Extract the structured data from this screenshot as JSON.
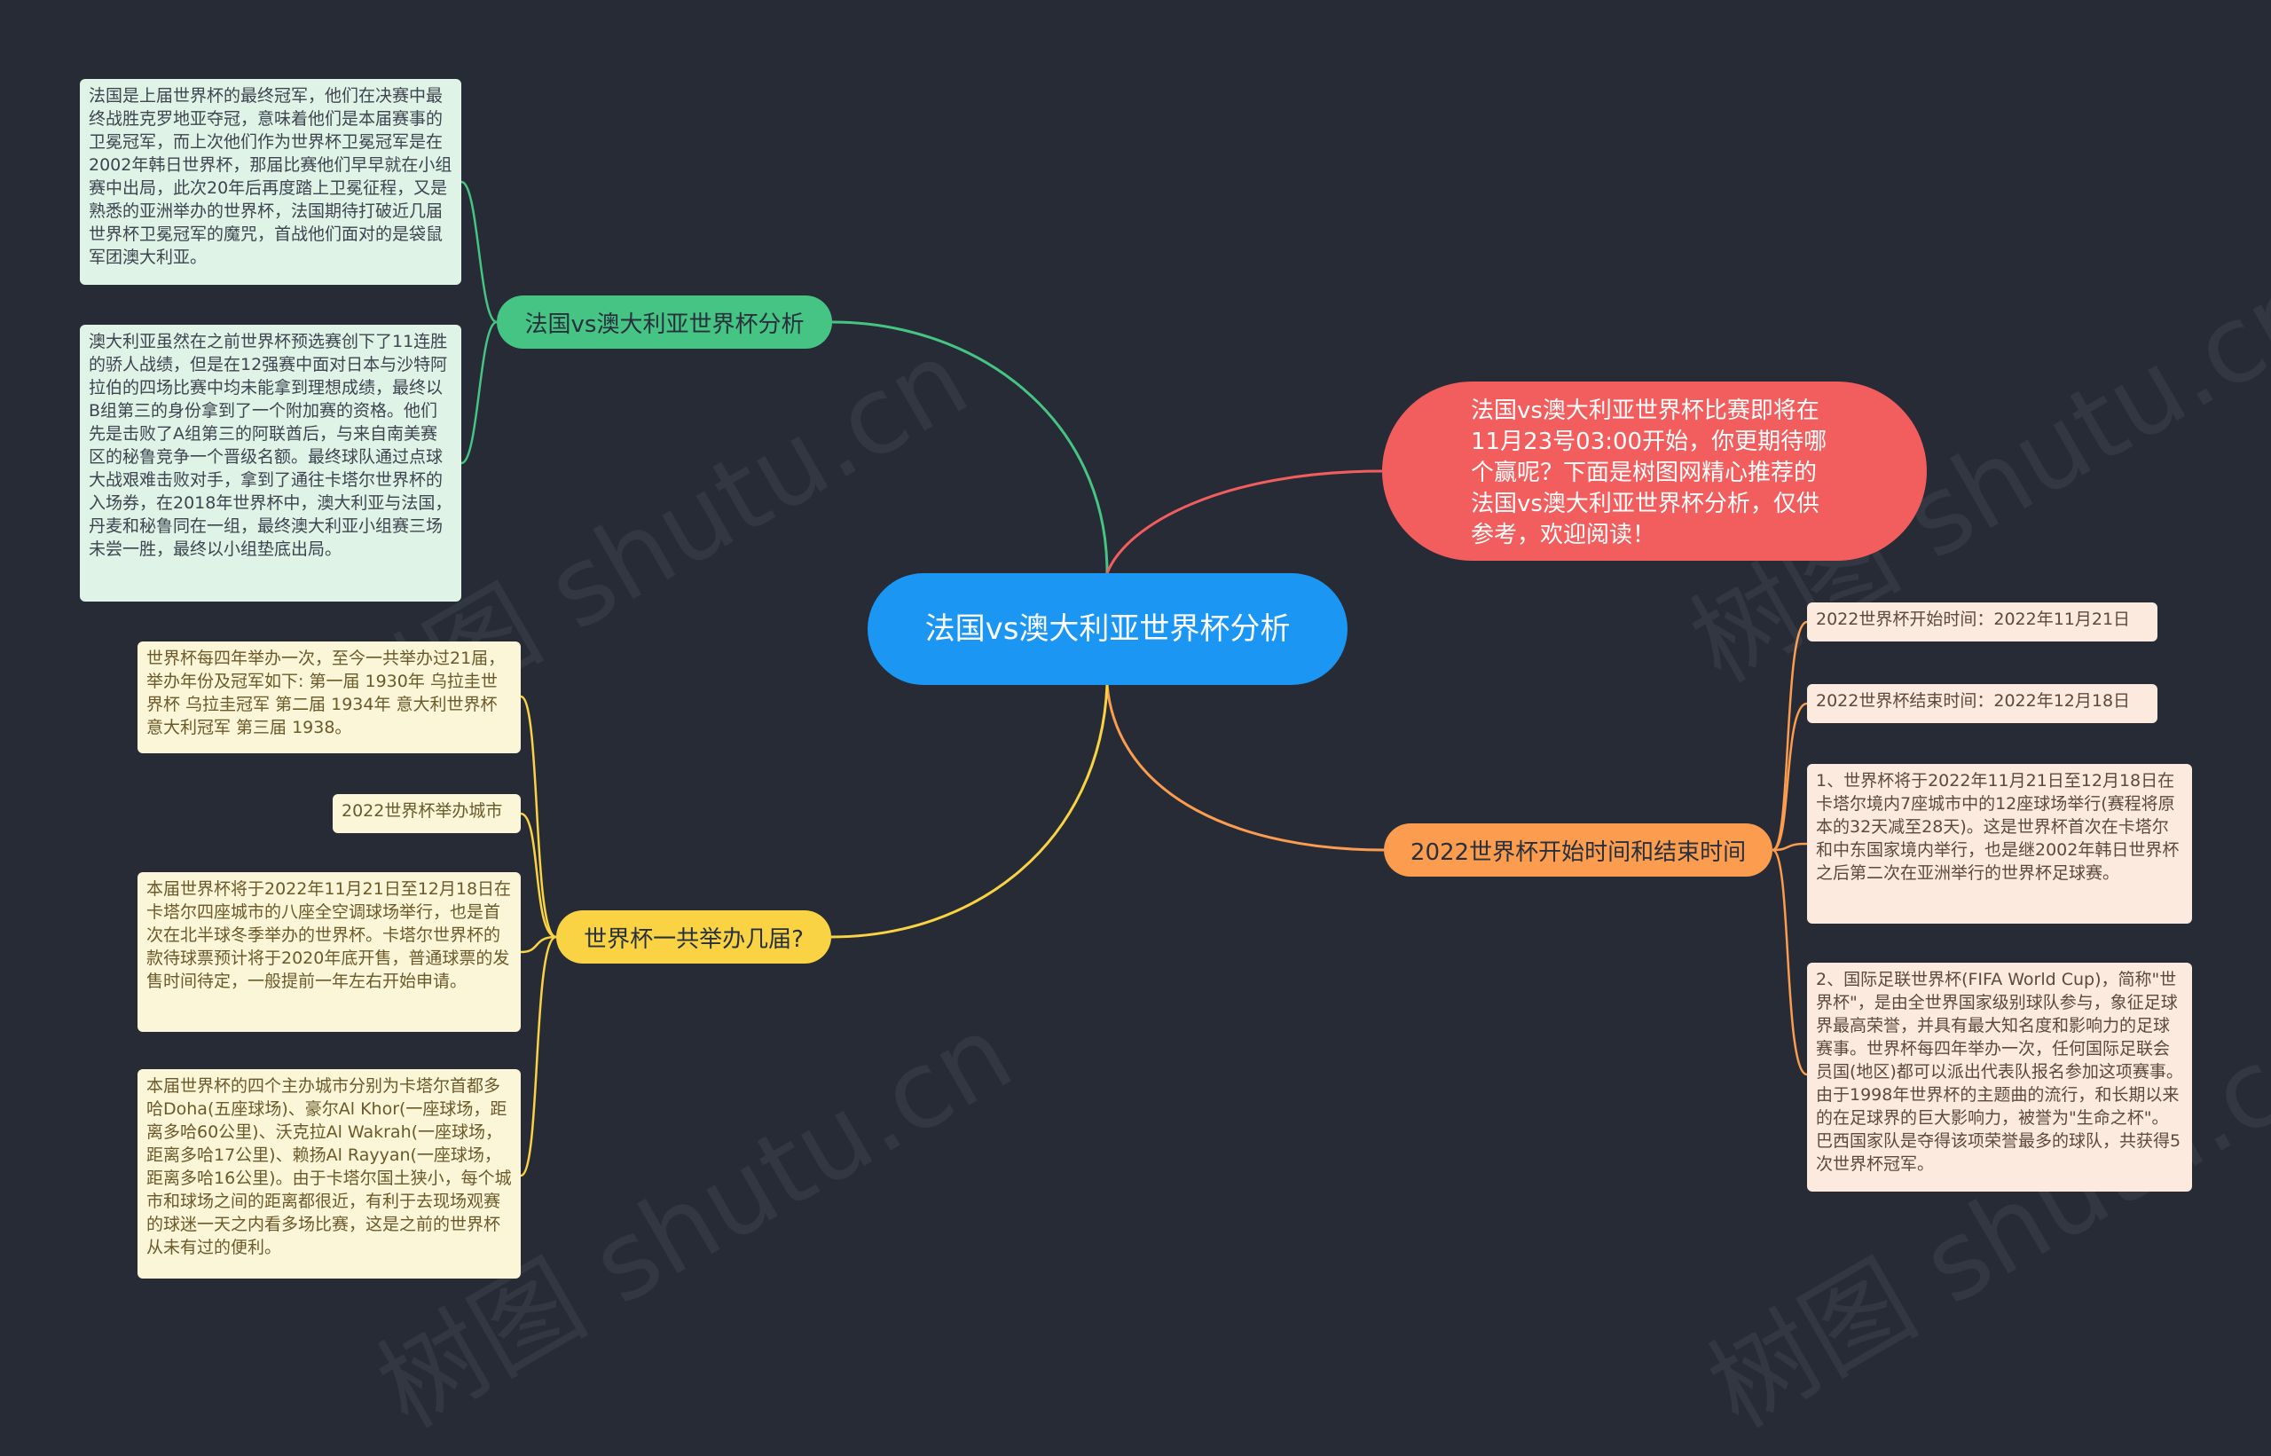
{
  "center": {
    "label": "法国vs澳大利亚世界杯分析"
  },
  "intro": {
    "text": "法国vs澳大利亚世界杯比赛即将在11月23号03:00开始，你更期待哪个赢呢？下面是树图网精心推荐的法国vs澳大利亚世界杯分析，仅供参考，欢迎阅读！"
  },
  "branches": {
    "analysis": {
      "label": "法国vs澳大利亚世界杯分析",
      "leaves": [
        "法国是上届世界杯的最终冠军，他们在决赛中最终战胜克罗地亚夺冠，意味着他们是本届赛事的卫冕冠军，而上次他们作为世界杯卫冕冠军是在2002年韩日世界杯，那届比赛他们早早就在小组赛中出局，此次20年后再度踏上卫冕征程，又是熟悉的亚洲举办的世界杯，法国期待打破近几届世界杯卫冕冠军的魔咒，首战他们面对的是袋鼠军团澳大利亚。",
        "澳大利亚虽然在之前世界杯预选赛创下了11连胜的骄人战绩，但是在12强赛中面对日本与沙特阿拉伯的四场比赛中均未能拿到理想成绩，最终以B组第三的身份拿到了一个附加赛的资格。他们先是击败了A组第三的阿联酋后，与来自南美赛区的秘鲁竞争一个晋级名额。最终球队通过点球大战艰难击败对手，拿到了通往卡塔尔世界杯的入场券，在2018年世界杯中，澳大利亚与法国，丹麦和秘鲁同在一组，最终澳大利亚小组赛三场未尝一胜，最终以小组垫底出局。"
      ]
    },
    "dates": {
      "label": "2022世界杯开始时间和结束时间",
      "leaves": [
        "2022世界杯开始时间：2022年11月21日",
        "2022世界杯结束时间：2022年12月18日",
        "1、世界杯将于2022年11月21日至12月18日在卡塔尔境内7座城市中的12座球场举行(赛程将原本的32天减至28天)。这是世界杯首次在卡塔尔和中东国家境内举行，也是继2002年韩日世界杯之后第二次在亚洲举行的世界杯足球赛。",
        "2、国际足联世界杯(FIFA World Cup)，简称\"世界杯\"，是由全世界国家级别球队参与，象征足球界最高荣誉，并具有最大知名度和影响力的足球赛事。世界杯每四年举办一次，任何国际足联会员国(地区)都可以派出代表队报名参加这项赛事。由于1998年世界杯的主题曲的流行，和长期以来的在足球界的巨大影响力，被誉为\"生命之杯\"。巴西国家队是夺得该项荣誉最多的球队，共获得5次世界杯冠军。"
      ]
    },
    "count": {
      "label": "世界杯一共举办几届?",
      "leaves": [
        "世界杯每四年举办一次，至今一共举办过21届，举办年份及冠军如下: 第一届 1930年 乌拉圭世界杯 乌拉圭冠军 第二届 1934年 意大利世界杯 意大利冠军 第三届 1938。",
        "2022世界杯举办城市",
        "本届世界杯将于2022年11月21日至12月18日在卡塔尔四座城市的八座全空调球场举行，也是首次在北半球冬季举办的世界杯。卡塔尔世界杯的款待球票预计将于2020年底开售，普通球票的发售时间待定，一般提前一年左右开始申请。",
        "本届世界杯的四个主办城市分别为卡塔尔首都多哈Doha(五座球场)、豪尔Al Khor(一座球场，距离多哈60公里)、沃克拉Al Wakrah(一座球场，距离多哈17公里)、赖扬Al Rayyan(一座球场，距离多哈16公里)。由于卡塔尔国土狭小，每个城市和球场之间的距离都很近，有利于去现场观赛的球迷一天之内看多场比赛，这是之前的世界杯从未有过的便利。"
      ]
    }
  },
  "watermark": "树图 shutu.cn",
  "colors": {
    "background": "#262b36",
    "center": "#1b96f3",
    "intro": "#f25d5d",
    "green": "#45c483",
    "orange": "#fb9c4f",
    "yellow": "#f9d343"
  }
}
